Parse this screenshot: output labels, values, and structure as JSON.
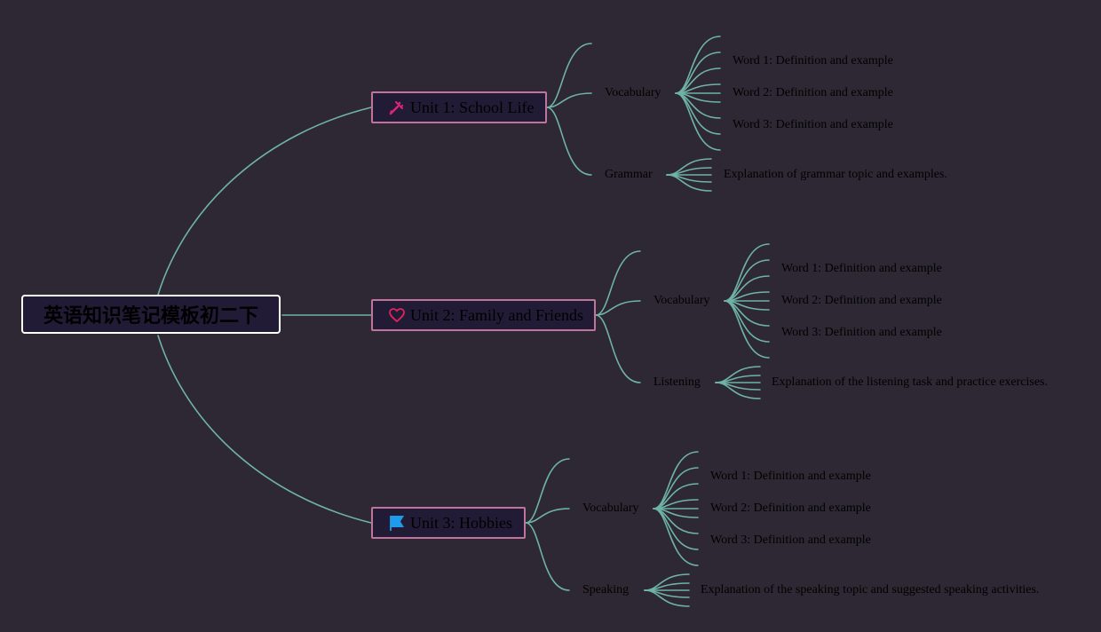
{
  "root": {
    "label": "英语知识笔记模板初二下"
  },
  "units": [
    {
      "label": "Unit 1: School Life",
      "icon": "tools-icon",
      "icon_color": "#e0247a",
      "branches": [
        {
          "label": "Vocabulary",
          "items": [
            "Word 1: Definition and example",
            "Word 2: Definition and example",
            "Word 3: Definition and example"
          ]
        },
        {
          "label": "Grammar",
          "items": [
            "Explanation of grammar topic and examples."
          ]
        }
      ]
    },
    {
      "label": "Unit 2: Family and Friends",
      "icon": "heart-icon",
      "icon_color": "#e0245e",
      "branches": [
        {
          "label": "Vocabulary",
          "items": [
            "Word 1: Definition and example",
            "Word 2: Definition and example",
            "Word 3: Definition and example"
          ]
        },
        {
          "label": "Listening",
          "items": [
            "Explanation of the listening task and practice exercises."
          ]
        }
      ]
    },
    {
      "label": "Unit 3: Hobbies",
      "icon": "flag-icon",
      "icon_color": "#1e9be9",
      "branches": [
        {
          "label": "Vocabulary",
          "items": [
            "Word 1: Definition and example",
            "Word 2: Definition and example",
            "Word 3: Definition and example"
          ]
        },
        {
          "label": "Speaking",
          "items": [
            "Explanation of the speaking topic and suggested speaking activities."
          ]
        }
      ]
    }
  ],
  "colors": {
    "background": "#2d2833",
    "connector": "#6fb3a6",
    "unit_border": "#c0739b",
    "root_border": "#ffffff",
    "node_fill": "#211b35"
  }
}
